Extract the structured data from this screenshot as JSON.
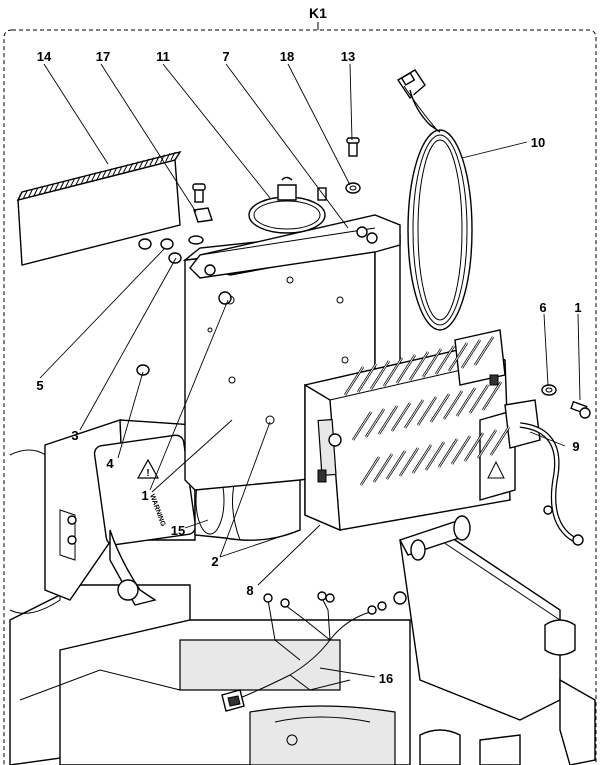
{
  "assembly_label": "K1",
  "warning_text": "WARNING",
  "callouts": {
    "c14": "14",
    "c17": "17",
    "c11": "11",
    "c7": "7",
    "c18": "18",
    "c13": "13",
    "c10": "10",
    "c6": "6",
    "c1a": "1",
    "c5": "5",
    "c3": "3",
    "c4": "4",
    "c1b": "1",
    "c15": "15",
    "c2": "2",
    "c9": "9",
    "c8": "8",
    "c16": "16"
  }
}
